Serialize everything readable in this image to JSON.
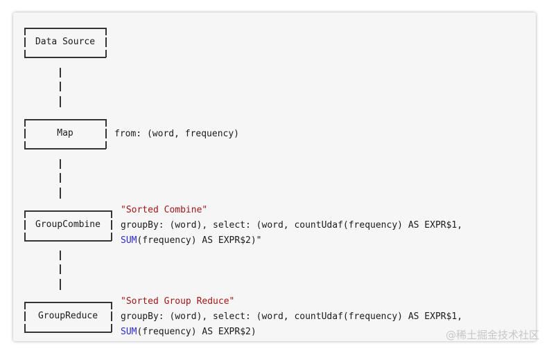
{
  "nodes": {
    "data_source": {
      "label": "Data Source"
    },
    "map": {
      "label": "Map",
      "note": "from: (word, frequency)"
    },
    "group_combine": {
      "label": "GroupCombine",
      "note_string": "\"Sorted Combine\"",
      "line1": "groupBy: (word), select: (word, countUdaf(frequency) AS EXPR$1,",
      "line2_fn": "SUM",
      "line2_rest": "(frequency) AS EXPR$2)\""
    },
    "group_reduce": {
      "label": "GroupReduce",
      "note_string": "\"Sorted Group Reduce\"",
      "line1": "groupBy: (word), select: (word, countUdaf(frequency) AS EXPR$1,",
      "line2_fn": "SUM",
      "line2_rest": "(frequency) AS EXPR$2)"
    }
  },
  "watermark": "@稀土掘金技术社区",
  "colors": {
    "string": "#a31515",
    "function": "#2a2ad8",
    "text": "#1a1a1a",
    "background": "#f6f6f6"
  }
}
